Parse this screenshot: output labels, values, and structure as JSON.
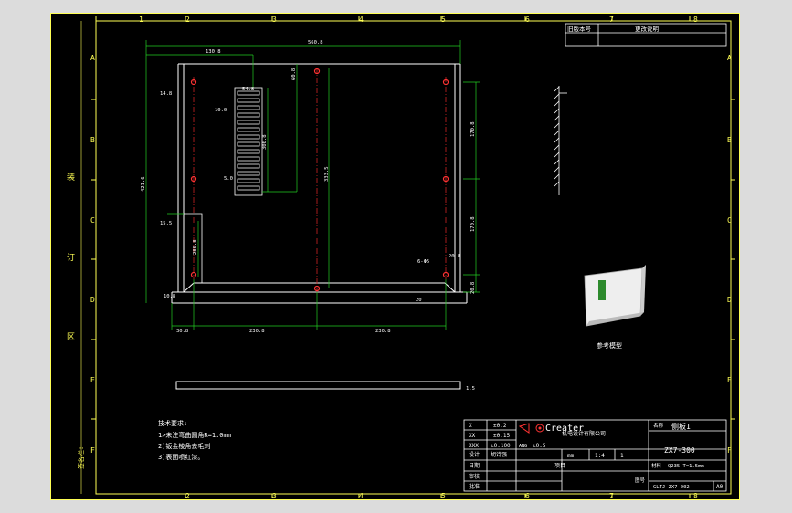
{
  "colors": {
    "background": "#000000",
    "frame": "#ffffff",
    "border": "#ffff55",
    "dimension": "#22cc22",
    "centerline": "#cc2222",
    "hole": "#ff3333",
    "text": "#ffffff"
  },
  "zone_columns": [
    "1",
    "2",
    "3",
    "4",
    "5",
    "6",
    "7",
    "8"
  ],
  "zone_rows": [
    "A",
    "B",
    "C",
    "D",
    "E",
    "F"
  ],
  "binding_labels": [
    "装",
    "订",
    "区"
  ],
  "side_label": "签名栏:",
  "revision_table": {
    "col1": "旧版本号",
    "col2": "更改说明"
  },
  "dimensions": {
    "overall_width": "560.8",
    "top_left": "130.8",
    "top_mid": "60.8",
    "left_height": "421.6",
    "mid_height": "333.5",
    "right_upper": "170.8",
    "right_lower": "170.8",
    "right_small": "20.8",
    "left_step": "15.5",
    "left_mid": "280.8",
    "bottom_a": "30.8",
    "bottom_b": "230.8",
    "bottom_c": "230.8",
    "slot_width": "54.8",
    "slot_pitch": "10.0",
    "slot_height": "300.8",
    "slot_small": "5.0",
    "hole_note": "6-Φ5",
    "left_small": "14.8",
    "corner": "20.8",
    "flange": "10.8",
    "bend_height": "20",
    "strip_end": "1.5"
  },
  "ref_model_label": "参考模型",
  "tech_requirements": {
    "title": "技术要求:",
    "items": [
      "1>未注弯曲圆角R=1.0mm",
      "2)钣金棱角去毛刺",
      "3)表面喷红漆。"
    ]
  },
  "title_block": {
    "tolerances": [
      {
        "label": "X",
        "value": "±0.2"
      },
      {
        "label": "XX",
        "value": "±0.15"
      },
      {
        "label": "XXX",
        "value": "±0.100"
      }
    ],
    "angle_label": "ANG",
    "angle_value": "±0.5",
    "company": "Creater",
    "company_sub": "机电设计有限公司",
    "designer_label": "设计",
    "designer_name": "胡诗强",
    "check_label": "审核",
    "approve_label": "批准",
    "date_label": "日期",
    "units": [
      "mm",
      "1:4",
      "1"
    ],
    "material_label": "材料",
    "material": "Q235 T=1.5mm",
    "part_name_label": "名称",
    "part_name": "侧板1",
    "drawing_number": "ZX7-300",
    "code_label": "图号",
    "code": "GLTJ-ZX7-002",
    "sheet_size": "A0",
    "project_label": "项目"
  }
}
